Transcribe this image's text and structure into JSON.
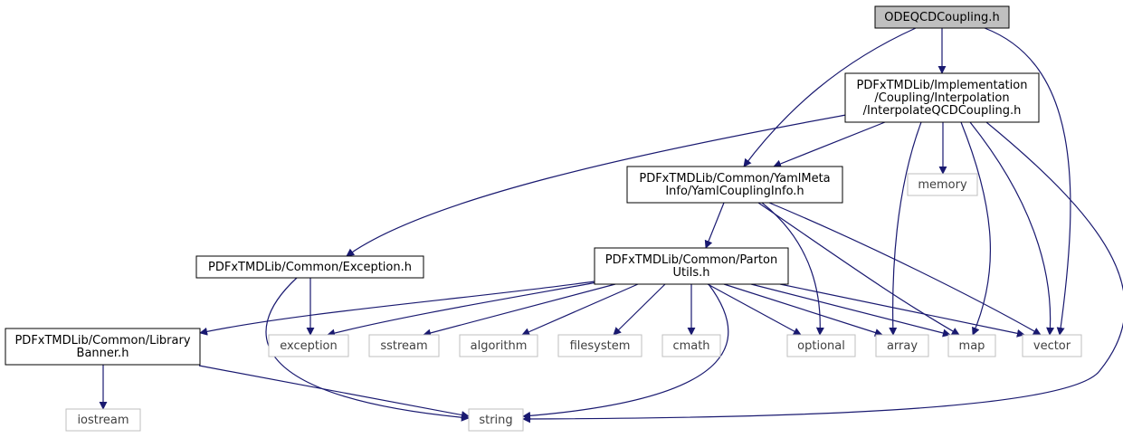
{
  "diagram": {
    "colors": {
      "edge": "#191970",
      "root_fill": "#bfbfbf",
      "node_border": "#000000",
      "external_border": "#bfbfbf",
      "external_text": "#404040",
      "text": "#000000"
    },
    "nodes": [
      {
        "id": "root",
        "kind": "root",
        "lines": [
          "ODEQCDCoupling.h"
        ]
      },
      {
        "id": "interp",
        "kind": "header",
        "lines": [
          "PDFxTMDLib/Implementation",
          "/Coupling/Interpolation",
          "/InterpolateQCDCoupling.h"
        ]
      },
      {
        "id": "yaml",
        "kind": "header",
        "lines": [
          "PDFxTMDLib/Common/YamlMeta",
          "Info/YamlCouplingInfo.h"
        ]
      },
      {
        "id": "exc",
        "kind": "header",
        "lines": [
          "PDFxTMDLib/Common/Exception.h"
        ]
      },
      {
        "id": "parton",
        "kind": "header",
        "lines": [
          "PDFxTMDLib/Common/Parton",
          "Utils.h"
        ]
      },
      {
        "id": "banner",
        "kind": "header",
        "lines": [
          "PDFxTMDLib/Common/Library",
          "Banner.h"
        ]
      },
      {
        "id": "memory",
        "kind": "external",
        "lines": [
          "memory"
        ]
      },
      {
        "id": "exception",
        "kind": "external",
        "lines": [
          "exception"
        ]
      },
      {
        "id": "sstream",
        "kind": "external",
        "lines": [
          "sstream"
        ]
      },
      {
        "id": "algorithm",
        "kind": "external",
        "lines": [
          "algorithm"
        ]
      },
      {
        "id": "filesystem",
        "kind": "external",
        "lines": [
          "filesystem"
        ]
      },
      {
        "id": "cmath",
        "kind": "external",
        "lines": [
          "cmath"
        ]
      },
      {
        "id": "optional",
        "kind": "external",
        "lines": [
          "optional"
        ]
      },
      {
        "id": "array",
        "kind": "external",
        "lines": [
          "array"
        ]
      },
      {
        "id": "map",
        "kind": "external",
        "lines": [
          "map"
        ]
      },
      {
        "id": "vector",
        "kind": "external",
        "lines": [
          "vector"
        ]
      },
      {
        "id": "iostream",
        "kind": "external",
        "lines": [
          "iostream"
        ]
      },
      {
        "id": "string",
        "kind": "external",
        "lines": [
          "string"
        ]
      }
    ],
    "edges": [
      {
        "from": "root",
        "to": "interp"
      },
      {
        "from": "root",
        "to": "yaml"
      },
      {
        "from": "root",
        "to": "vector"
      },
      {
        "from": "interp",
        "to": "yaml"
      },
      {
        "from": "interp",
        "to": "exc"
      },
      {
        "from": "interp",
        "to": "memory"
      },
      {
        "from": "interp",
        "to": "array"
      },
      {
        "from": "interp",
        "to": "map"
      },
      {
        "from": "interp",
        "to": "vector"
      },
      {
        "from": "interp",
        "to": "string"
      },
      {
        "from": "yaml",
        "to": "parton"
      },
      {
        "from": "yaml",
        "to": "optional"
      },
      {
        "from": "yaml",
        "to": "map"
      },
      {
        "from": "yaml",
        "to": "vector"
      },
      {
        "from": "exc",
        "to": "exception"
      },
      {
        "from": "exc",
        "to": "string"
      },
      {
        "from": "parton",
        "to": "banner"
      },
      {
        "from": "parton",
        "to": "exception"
      },
      {
        "from": "parton",
        "to": "sstream"
      },
      {
        "from": "parton",
        "to": "algorithm"
      },
      {
        "from": "parton",
        "to": "filesystem"
      },
      {
        "from": "parton",
        "to": "cmath"
      },
      {
        "from": "parton",
        "to": "optional"
      },
      {
        "from": "parton",
        "to": "array"
      },
      {
        "from": "parton",
        "to": "map"
      },
      {
        "from": "parton",
        "to": "vector"
      },
      {
        "from": "parton",
        "to": "string"
      },
      {
        "from": "banner",
        "to": "iostream"
      },
      {
        "from": "banner",
        "to": "string"
      }
    ]
  }
}
